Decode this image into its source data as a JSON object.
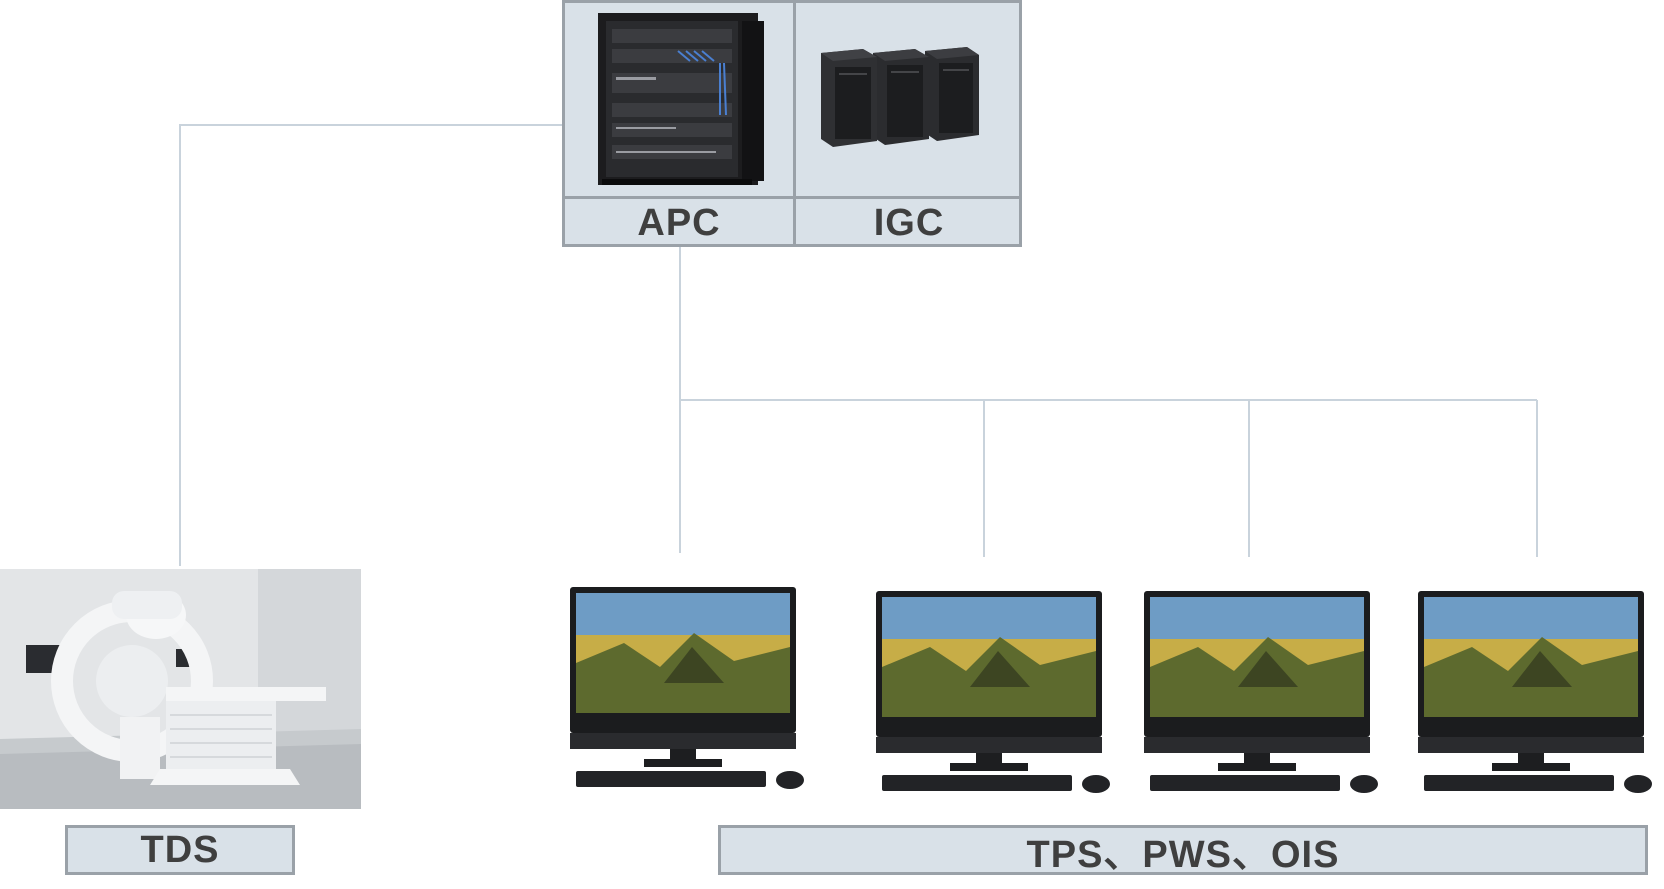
{
  "nodes": {
    "apc": {
      "label": "APC"
    },
    "igc": {
      "label": "IGC"
    },
    "tds": {
      "label": "TDS"
    },
    "workstations": {
      "label": "TPS、PWS、OIS",
      "count": 4
    }
  },
  "colors": {
    "connector": "#c9d3dc",
    "panel_fill": "#d9e1e8",
    "panel_border": "#9aa1a8",
    "label_text": "#3f3f3f"
  }
}
